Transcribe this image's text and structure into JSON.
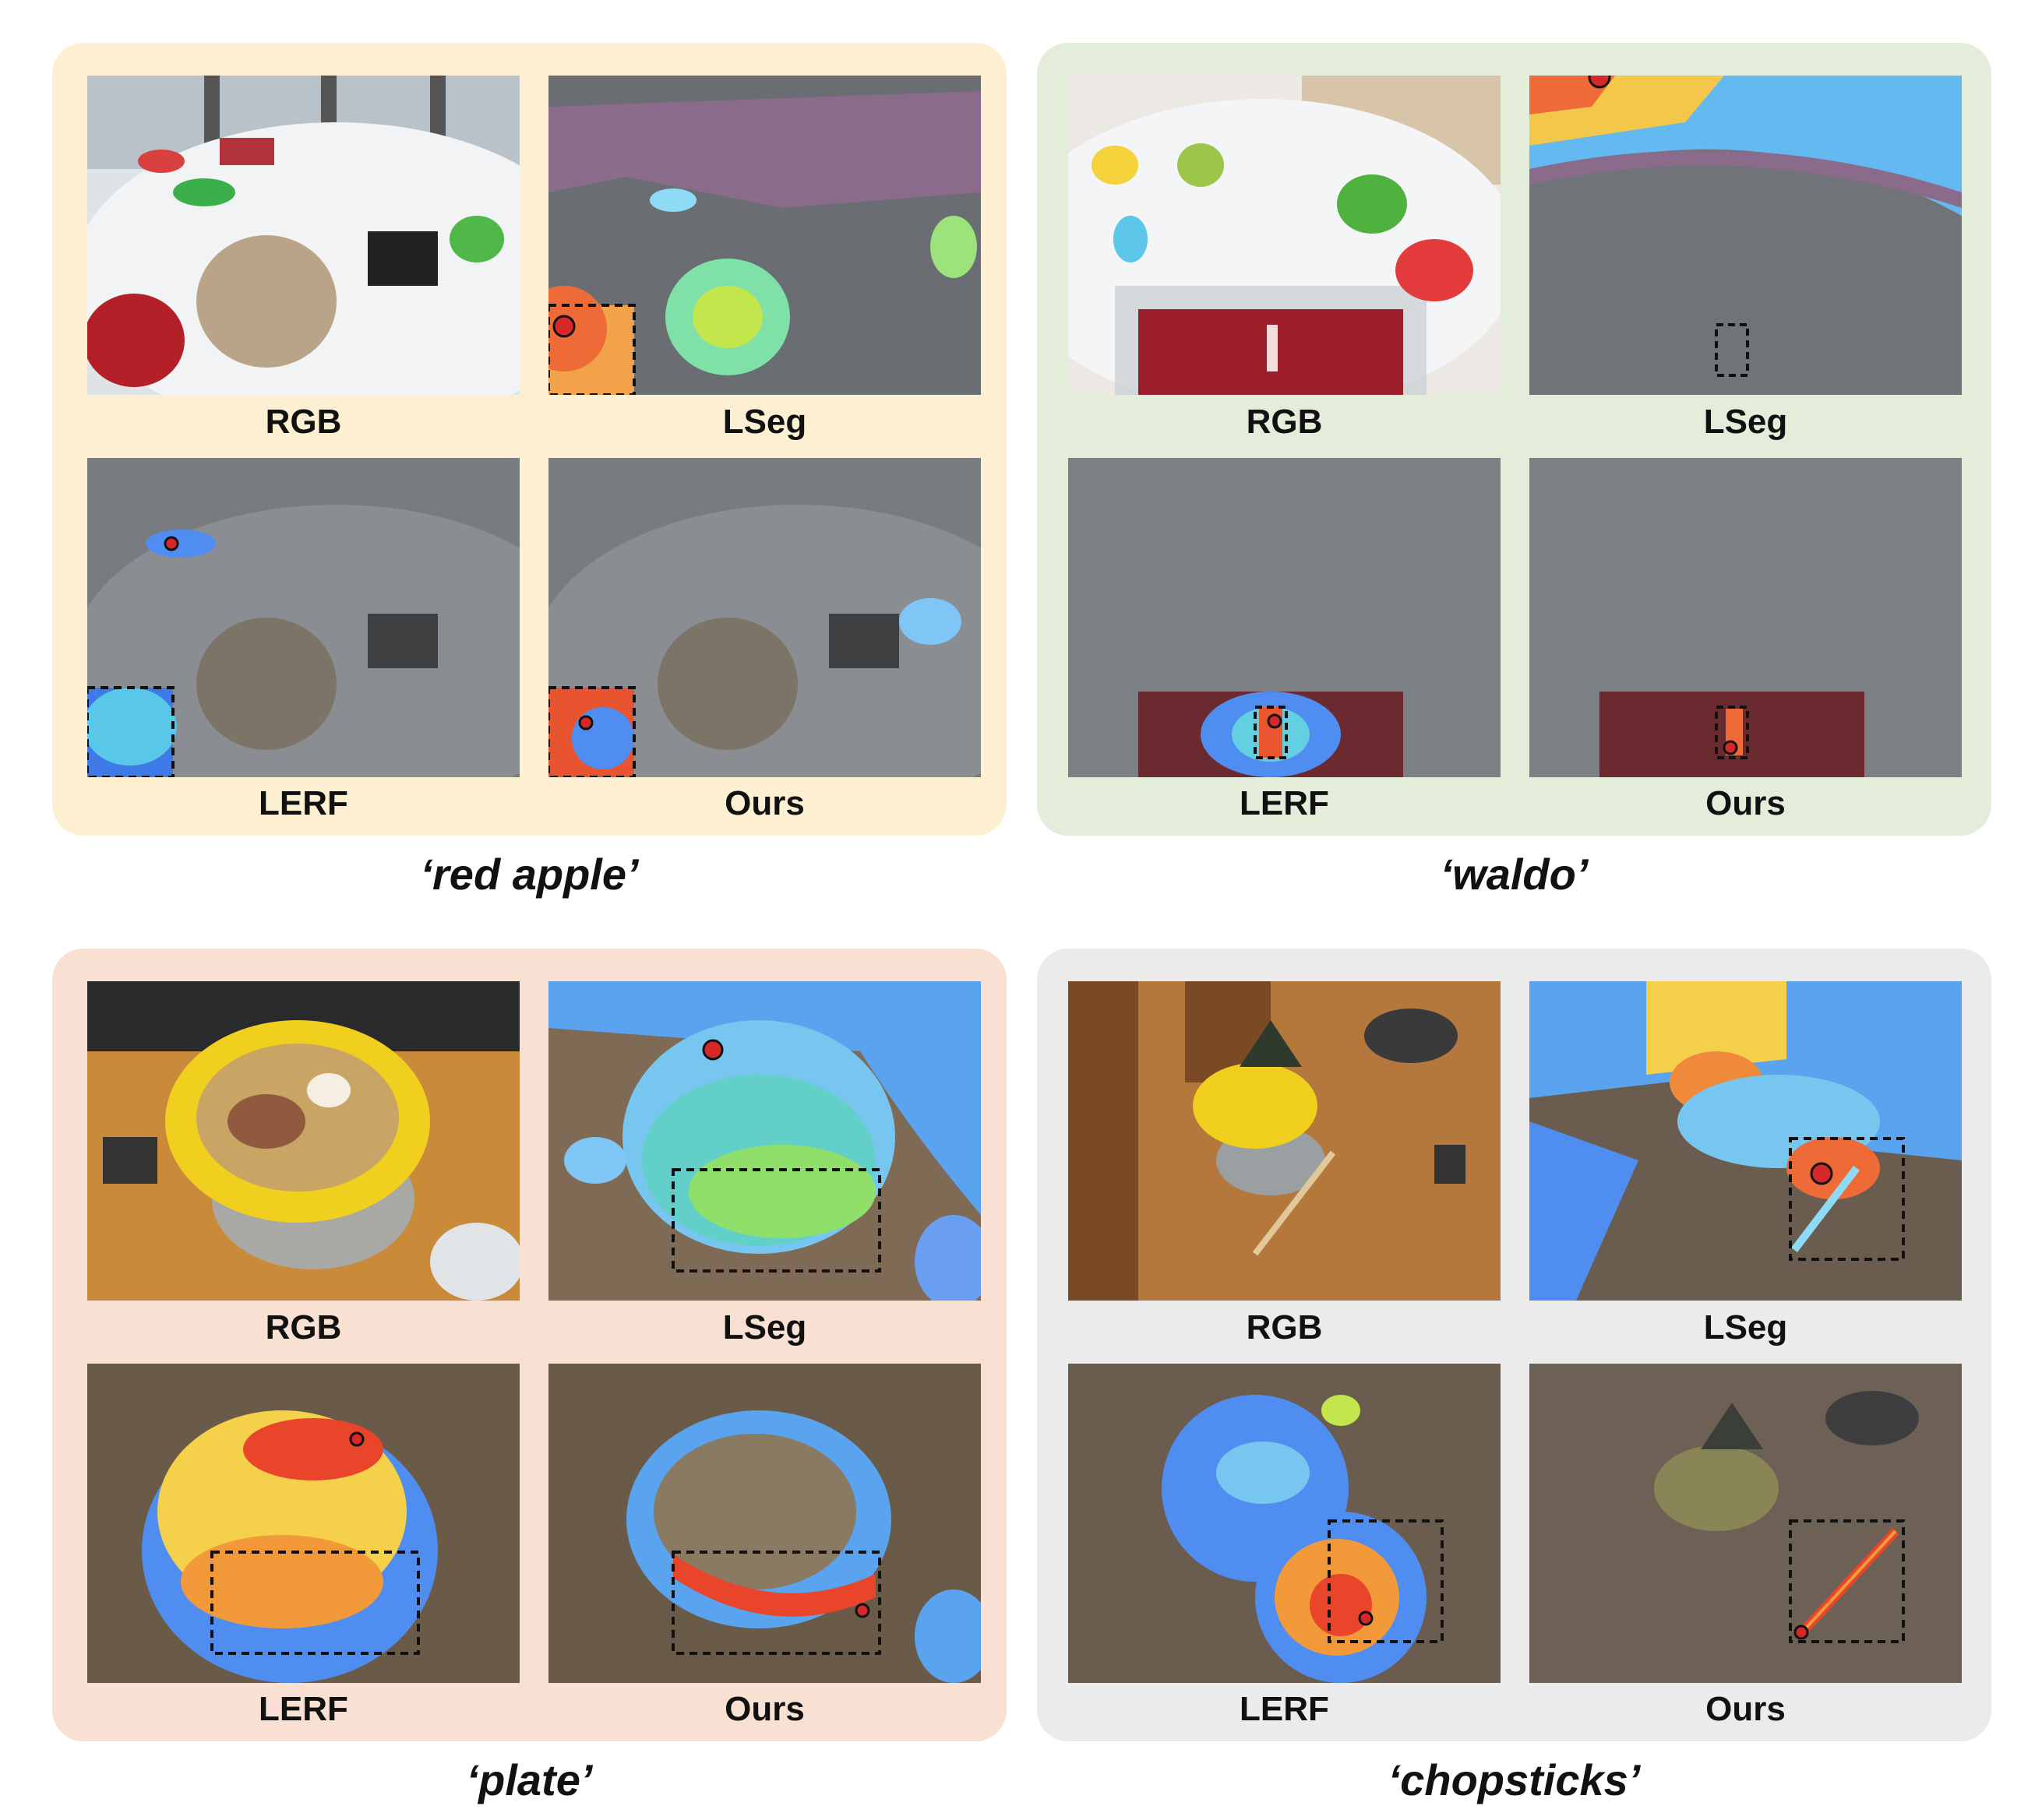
{
  "panels": [
    {
      "caption": "‘red apple’",
      "labels": [
        "RGB",
        "LSeg",
        "LERF",
        "Ours"
      ]
    },
    {
      "caption": "‘waldo’",
      "labels": [
        "RGB",
        "LSeg",
        "LERF",
        "Ours"
      ]
    },
    {
      "caption": "‘plate’",
      "labels": [
        "RGB",
        "LSeg",
        "LERF",
        "Ours"
      ]
    },
    {
      "caption": "‘chopsticks’",
      "labels": [
        "RGB",
        "LSeg",
        "LERF",
        "Ours"
      ]
    }
  ],
  "colors": {
    "panel_apple": "#fdefd1",
    "panel_waldo": "#e4edd9",
    "panel_plate": "#f8e0d2",
    "panel_chopsticks": "#ebebeb",
    "query_point": "#d62828",
    "heat_high": "#e8452b",
    "heat_mid": "#f5d04a",
    "heat_low": "#4a7bf0"
  }
}
